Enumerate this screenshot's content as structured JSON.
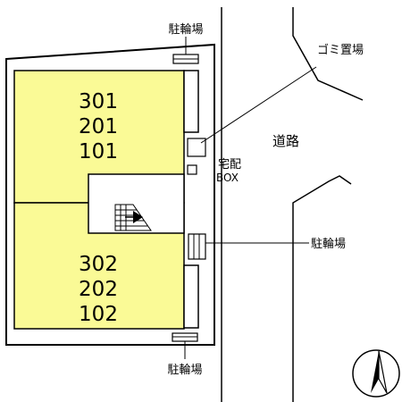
{
  "colors": {
    "unit_fill": "#fafa96",
    "line": "#000000",
    "background": "#ffffff"
  },
  "labels": {
    "bicycle_parking_top": "駐輪場",
    "bicycle_parking_right": "駐輪場",
    "bicycle_parking_bottom": "駐輪場",
    "garbage_area": "ゴミ置場",
    "road": "道路",
    "delivery_box_line1": "宅配",
    "delivery_box_line2": "BOX"
  },
  "units": {
    "upper": [
      "301",
      "201",
      "101"
    ],
    "lower": [
      "302",
      "202",
      "102"
    ]
  },
  "icons": {
    "compass": "north-arrow-icon",
    "stairs": "stairs-icon"
  }
}
